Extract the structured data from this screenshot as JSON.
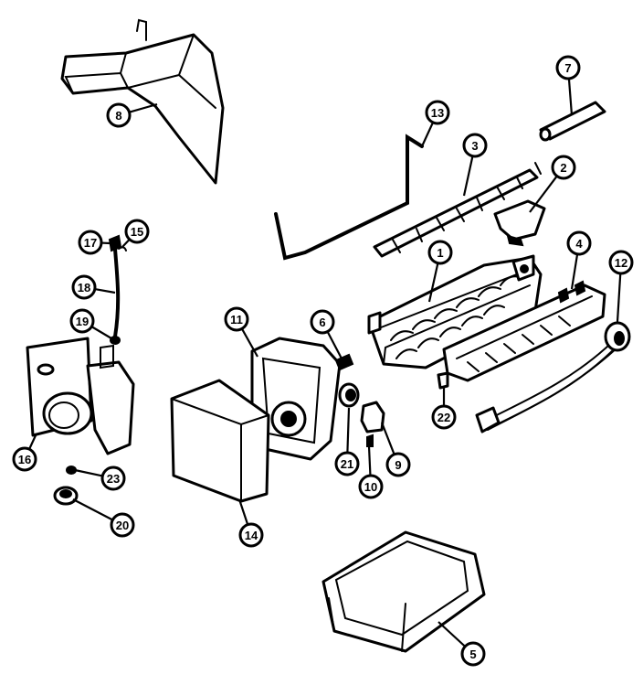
{
  "parts": [
    {
      "id": "p1",
      "number": "1"
    },
    {
      "id": "p2",
      "number": "2"
    },
    {
      "id": "p3",
      "number": "3"
    },
    {
      "id": "p4",
      "number": "4"
    },
    {
      "id": "p5",
      "number": "5"
    },
    {
      "id": "p6",
      "number": "6"
    },
    {
      "id": "p7",
      "number": "7"
    },
    {
      "id": "p8",
      "number": "8"
    },
    {
      "id": "p9",
      "number": "9"
    },
    {
      "id": "p10",
      "number": "10"
    },
    {
      "id": "p11",
      "number": "11"
    },
    {
      "id": "p12",
      "number": "12"
    },
    {
      "id": "p13",
      "number": "13"
    },
    {
      "id": "p14",
      "number": "14"
    },
    {
      "id": "p15",
      "number": "15"
    },
    {
      "id": "p16",
      "number": "16"
    },
    {
      "id": "p17",
      "number": "17"
    },
    {
      "id": "p18",
      "number": "18"
    },
    {
      "id": "p19",
      "number": "19"
    },
    {
      "id": "p20",
      "number": "20"
    },
    {
      "id": "p21",
      "number": "21"
    },
    {
      "id": "p22",
      "number": "22"
    },
    {
      "id": "p23",
      "number": "23"
    }
  ],
  "colors": {
    "line": "#000000",
    "background": "#ffffff"
  }
}
